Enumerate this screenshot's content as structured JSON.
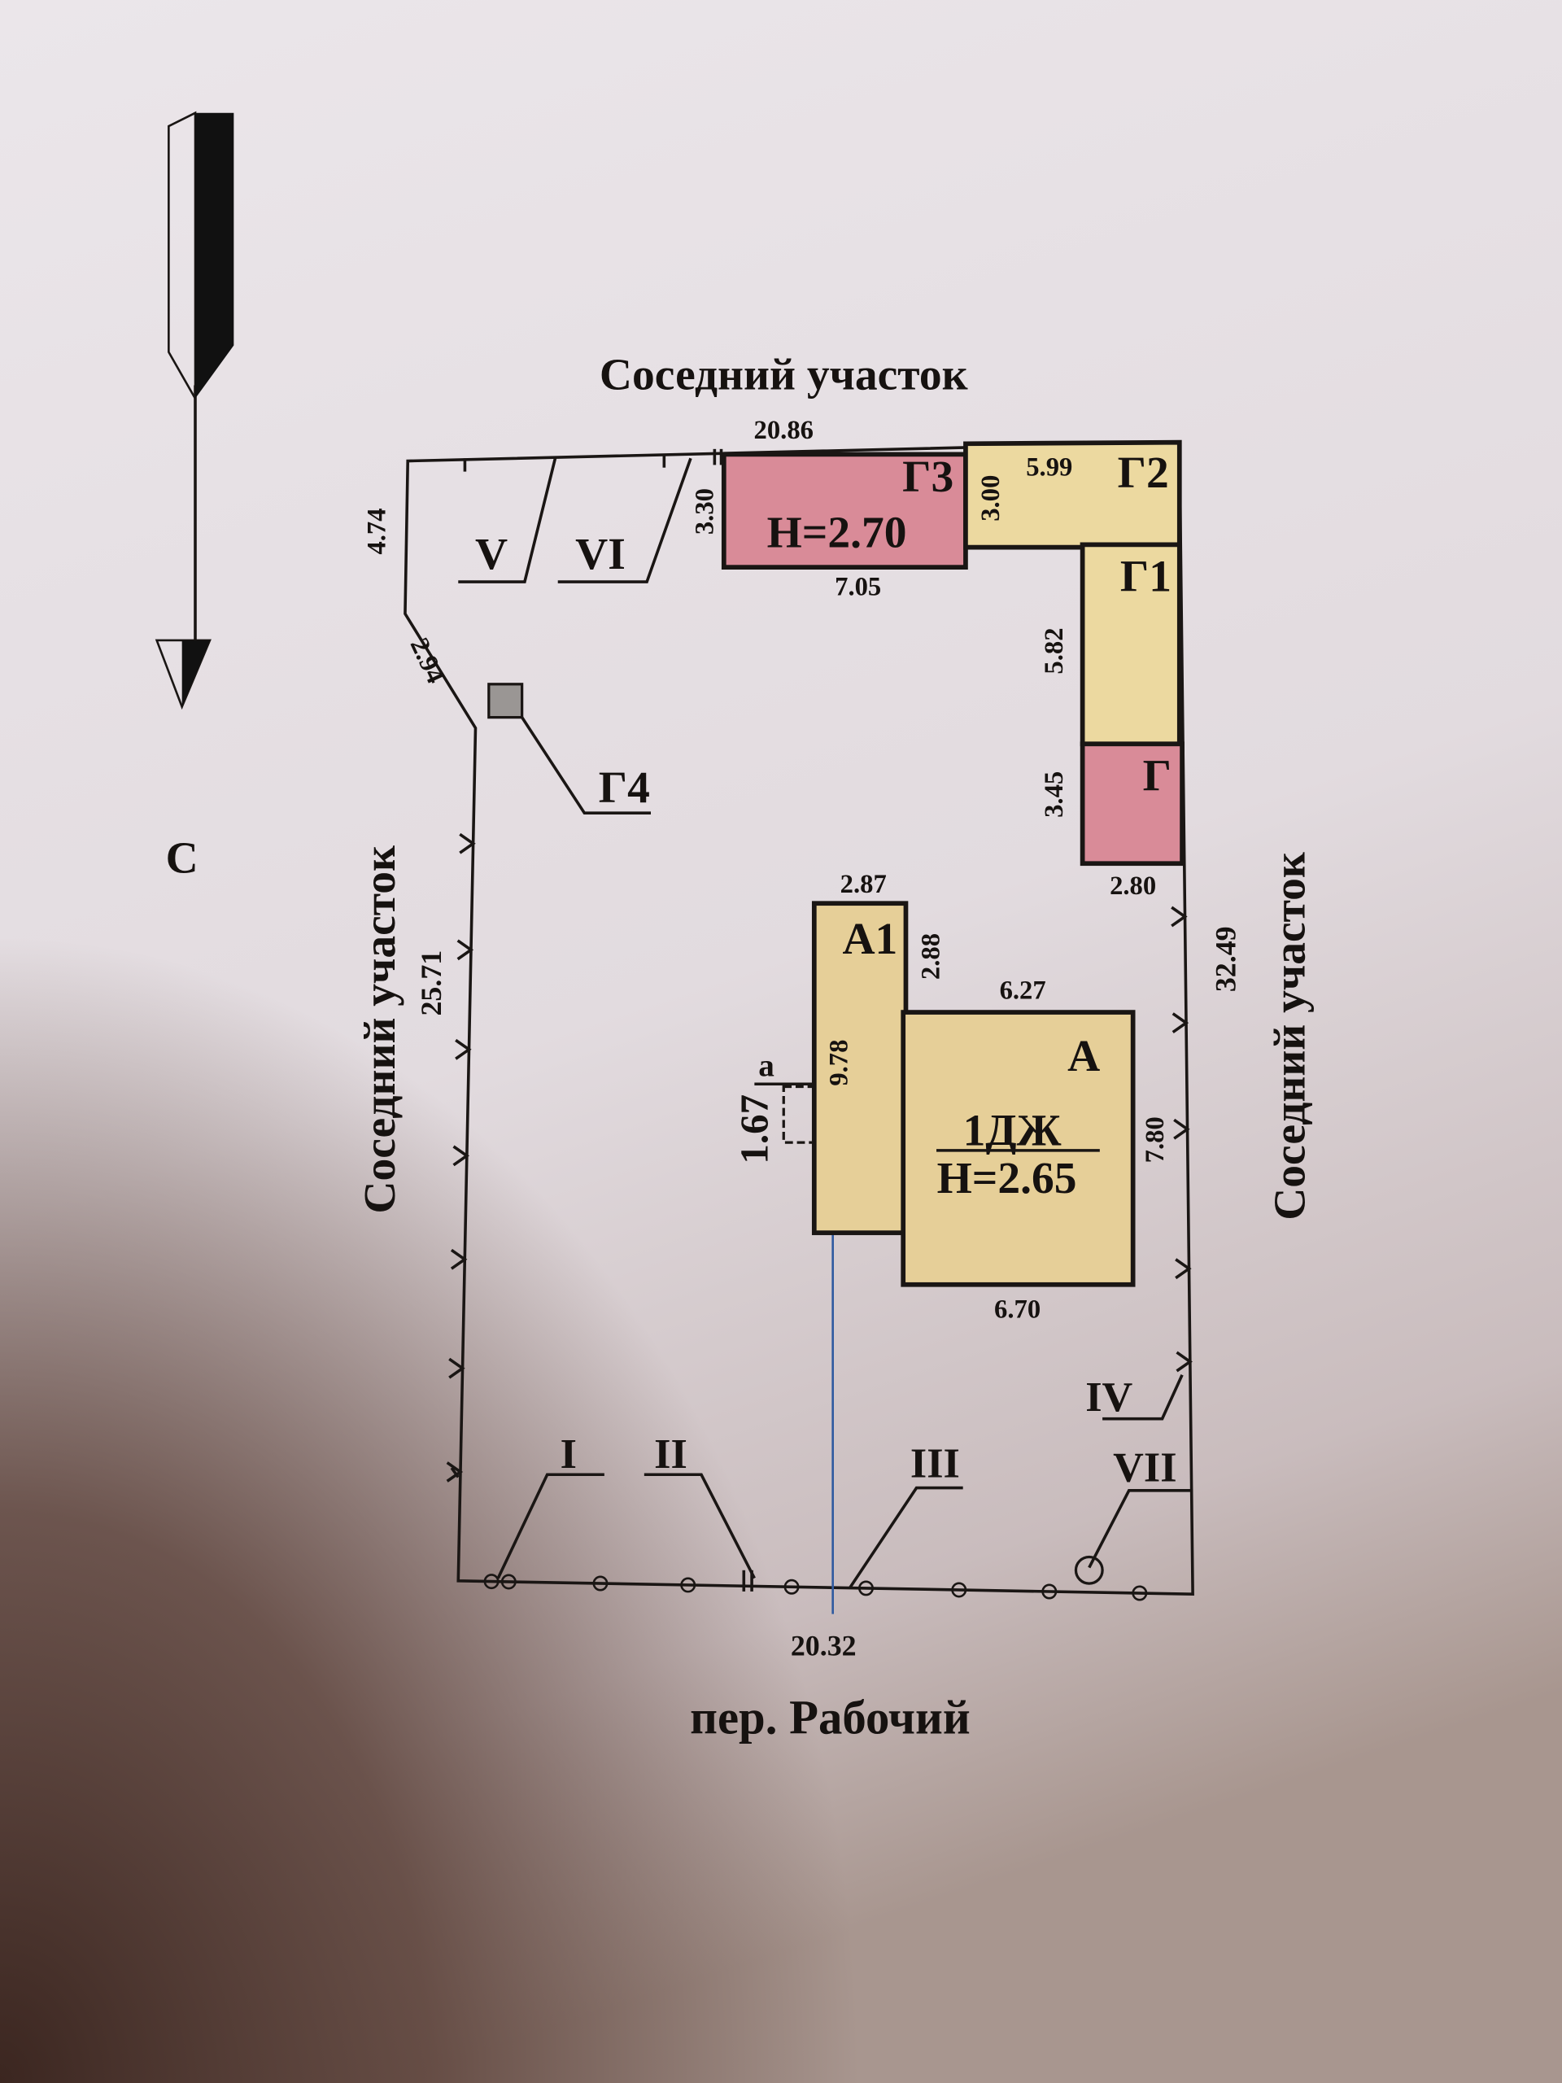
{
  "title_top": "Соседний участок",
  "title_left": "Соседний участок",
  "title_right": "Соседний участок",
  "street": "пер. Рабочий",
  "north_label": "С",
  "dimensions": {
    "top": "20.86",
    "bottom": "20.32",
    "left": "25.71",
    "right": "32.49",
    "left_top": "4.74",
    "left_diag": "2.94",
    "g3_side": "3.30",
    "g3_bottom": "7.05",
    "g2_side": "3.00",
    "g2_top": "5.99",
    "g1_side": "5.82",
    "g_side": "3.45",
    "g_bottom": "2.80",
    "a1_top": "2.87",
    "a1_side": "2.88",
    "a1_long": "9.78",
    "a_top": "6.27",
    "a_side": "7.80",
    "a_bottom": "6.70",
    "porch": "1.67"
  },
  "buildings": {
    "g3": {
      "label": "Г3",
      "height": "Н=2.70",
      "color": "#d98b98"
    },
    "g2": {
      "label": "Г2",
      "color": "#ecd9a0"
    },
    "g1": {
      "label": "Г1",
      "color": "#ecd9a0"
    },
    "g": {
      "label": "Г",
      "color": "#d98b98"
    },
    "g4": {
      "label": "Г4",
      "color": "#9a9694"
    },
    "a1": {
      "label": "А1",
      "color": "#e6cf98"
    },
    "a": {
      "label": "А",
      "code": "1ДЖ",
      "height": "Н=2.65",
      "color": "#e6cf98"
    },
    "porch": {
      "label": "а"
    }
  },
  "fences": [
    "I",
    "II",
    "III",
    "IV",
    "V",
    "VI",
    "VII"
  ]
}
